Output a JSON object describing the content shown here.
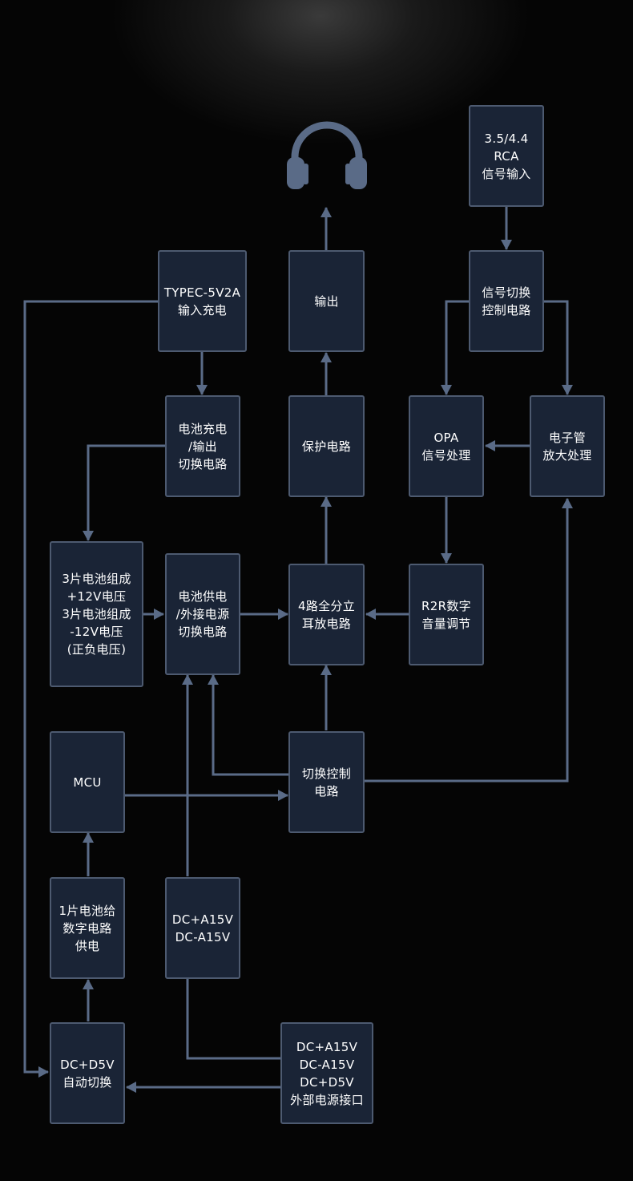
{
  "diagram": {
    "boxes": {
      "signal_input": "3.5/4.4\nRCA\n信号输入",
      "typec_input": "TYPEC-5V2A\n输入充电",
      "output": "输出",
      "signal_switch": "信号切换\n控制电路",
      "battery_charge_switch": "电池充电\n/输出\n切换电路",
      "protection": "保护电路",
      "opa_processing": "OPA\n信号处理",
      "tube_amp": "电子管\n放大处理",
      "battery_pack": "3片电池组成\n+12V电压\n3片电池组成\n-12V电压\n(正负电压)",
      "battery_supply_switch": "电池供电\n/外接电源\n切换电路",
      "four_way_amp": "4路全分立\n耳放电路",
      "r2r_volume": "R2R数字\n音量调节",
      "mcu": "MCU",
      "switch_control": "切换控制\n电路",
      "digital_supply": "1片电池给\n数字电路\n供电",
      "dc_a15v": "DC+A15V\nDC-A15V",
      "dc_d5v_auto": "DC+D5V\n自动切换",
      "external_power": "DC+A15V\nDC-A15V\nDC+D5V\n外部电源接口"
    },
    "colors": {
      "box_fill": "#1a2436",
      "box_border": "#4d5a70",
      "wire": "#5a6b87",
      "text": "#ffffff"
    },
    "icons": {
      "output_device": "headphones-icon"
    }
  }
}
